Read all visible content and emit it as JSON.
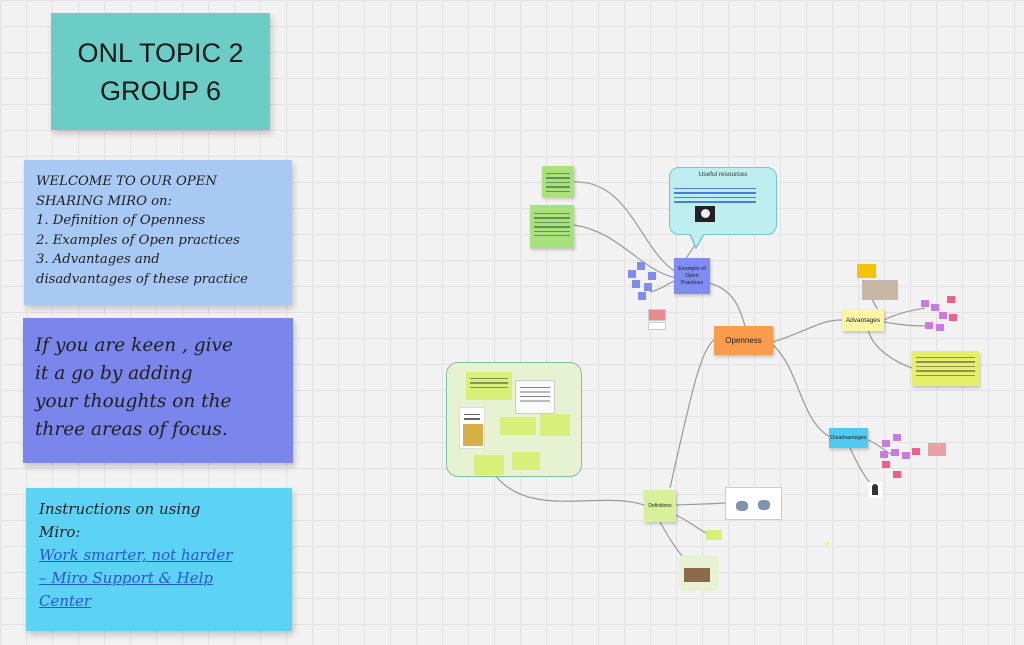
{
  "board": {
    "title_note": {
      "text": "ONL TOPIC  2\nGROUP 6",
      "color": "#6ccdc6"
    },
    "welcome_note": {
      "lines": [
        "WELCOME TO OUR OPEN",
        "SHARING MIRO on:",
        "1. Definition of Openness",
        "2. Examples of Open practices",
        "3. Advantages and",
        "disadvantages of these practice"
      ],
      "color": "#a8c9f3"
    },
    "keen_note": {
      "lines": [
        "If you are keen , give",
        "it a go by adding",
        "your thoughts on the",
        "three areas of focus."
      ],
      "color": "#7b86ec"
    },
    "instructions_note": {
      "lines": [
        "Instructions on using",
        "Miro:"
      ],
      "link_lines": [
        "Work smarter, not harder",
        "– Miro Support & Help",
        "Center"
      ],
      "color": "#5cd2f5"
    }
  },
  "mindmap": {
    "center": {
      "label": "Openness",
      "color": "#f99d4c"
    },
    "examples": {
      "label": "Example of Open Practices",
      "color": "#7f8df2"
    },
    "advantages": {
      "label": "Advantages",
      "color": "#fdf5a6"
    },
    "disadvantages": {
      "label": "Disadvantages",
      "color": "#4fcaf0"
    },
    "definitions": {
      "label": "Definitions",
      "color": "#d9f09a"
    },
    "resources": {
      "label": "Useful resources",
      "color": "#bfeef0"
    }
  },
  "colors": {
    "green_note": "#a7e27a",
    "pink_note": "#ee5f8d",
    "purple_note": "#c97be0",
    "yellow_note": "#f5ef72",
    "lime_note": "#d8f07a",
    "connector": "#9a9a9a"
  }
}
